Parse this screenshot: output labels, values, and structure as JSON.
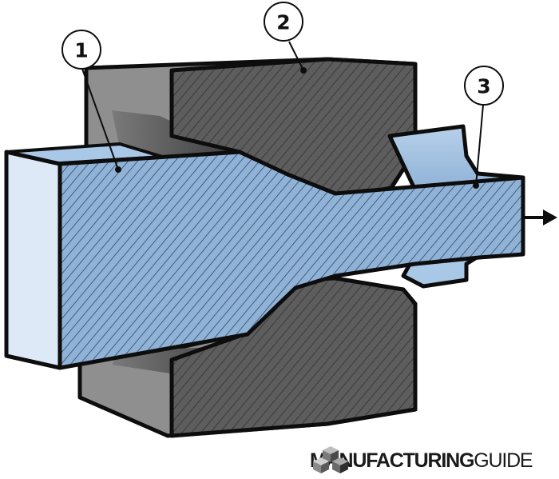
{
  "callouts": [
    {
      "label": "1",
      "role": "workpiece"
    },
    {
      "label": "2",
      "role": "die"
    },
    {
      "label": "3",
      "role": "drawn-product"
    }
  ],
  "brand": {
    "name_strong": "MANUFACTURING",
    "name_light": "GUIDE",
    "icon": "stacked-cubes-logo-icon"
  },
  "icons": {
    "direction_arrow": "arrow-right-icon"
  },
  "colors": {
    "workpiece": "#8fb2d6",
    "workpiece_top": "#a9c7e6",
    "workpiece_end_face": "#dde9f6",
    "die": "#5d5d5d",
    "die_light": "#8f8f8f",
    "die_inner_shadow": "#3f3f3f",
    "outline": "#0d0d0d",
    "hatch": "#2a3d52"
  }
}
